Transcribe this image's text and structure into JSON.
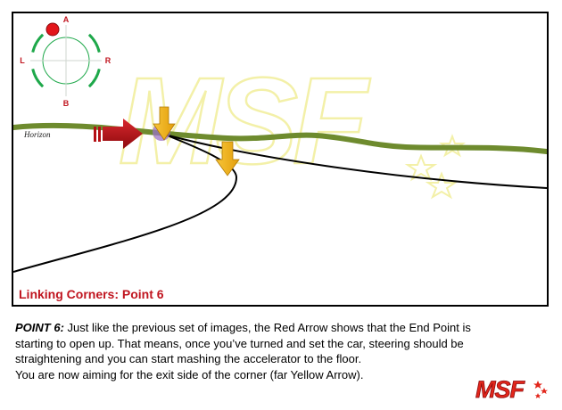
{
  "diagram": {
    "horizon_label": "Horizon",
    "panel_title": "Linking Corners: Point 6",
    "steering_labels": {
      "top": "A",
      "left": "L",
      "right": "R",
      "bottom": "B"
    },
    "watermark_text": "MSF",
    "colors": {
      "horizon": "#6e8b2e",
      "wheel": "#1ea84a",
      "red_arrow": "#b40f14",
      "yellow_arrow": "#f3b51b",
      "end_point": "#9b72c8",
      "title": "#c0151f"
    }
  },
  "caption": {
    "lead": "POINT 6:",
    "line1": " Just like the previous set of images, the Red Arrow shows that the End Point is",
    "line2": "starting to open up. That means, once you’ve turned and set the car, steering should be",
    "line3": "straightening and you can start mashing the accelerator to the floor.",
    "line4": "You are now aiming for the exit side of the corner (far Yellow Arrow)."
  },
  "logo": {
    "text": "MSF"
  }
}
